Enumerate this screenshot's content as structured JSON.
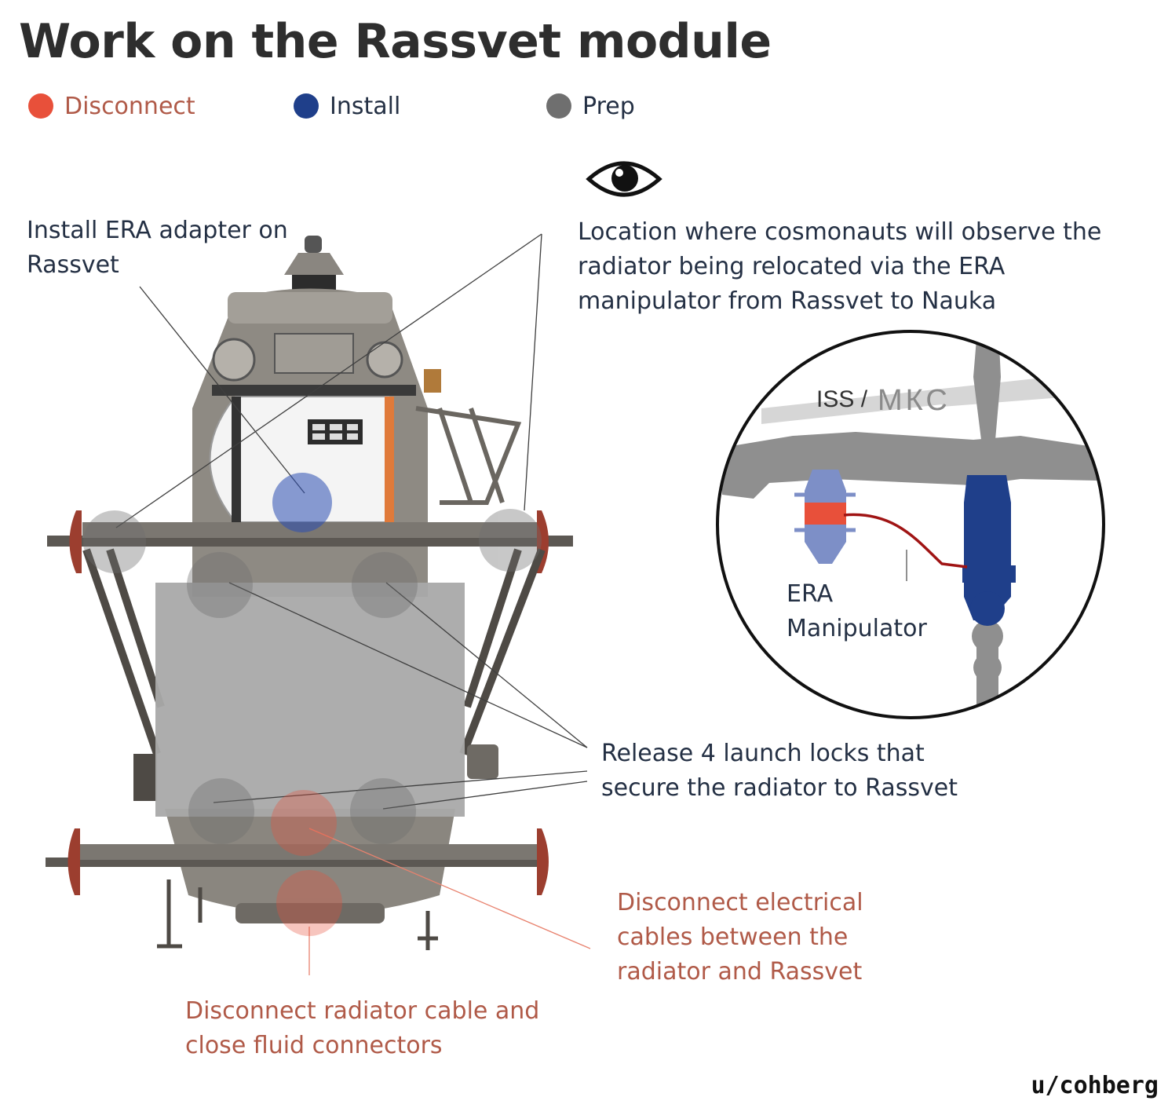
{
  "title": "Work on the Rassvet module",
  "legend": [
    {
      "label": "Disconnect",
      "color": "#e8503a",
      "text_color": "#b05a48"
    },
    {
      "label": "Install",
      "color": "#1f3f8a",
      "text_color": "#243044"
    },
    {
      "label": "Prep",
      "color": "#6f6f6f",
      "text_color": "#243044"
    }
  ],
  "annotations": {
    "install_era": [
      "Install ERA adapter on",
      "Rassvet"
    ],
    "observe": [
      "Location where cosmonauts will observe the",
      "radiator being relocated via the ERA",
      "manipulator from Rassvet to Nauka"
    ],
    "launch_locks": [
      "Release 4 launch locks that",
      "secure the radiator to Rassvet"
    ],
    "electrical": [
      "Disconnect electrical",
      "cables between the",
      "radiator and Rassvet"
    ],
    "radiator_cable": [
      "Disconnect radiator cable and",
      "close fluid connectors"
    ]
  },
  "inset": {
    "iss_label": "ISS /",
    "mks_label": "МКС",
    "era_label": [
      "ERA",
      "Manipulator"
    ]
  },
  "icons": {
    "observe": "eye-icon"
  },
  "credit": "u/cohberg"
}
